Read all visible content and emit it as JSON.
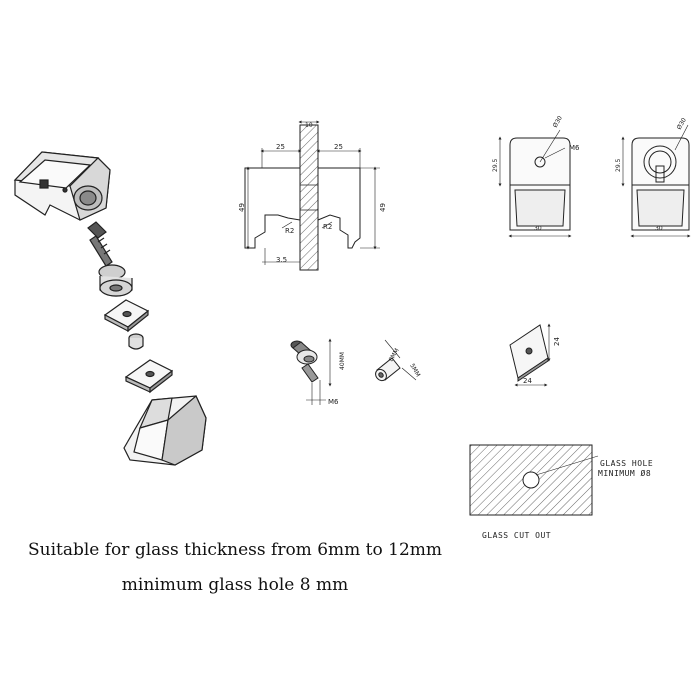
{
  "section_view": {
    "top_width": "10",
    "left_offset": "25",
    "right_offset": "25",
    "left_height": "49",
    "right_height": "49",
    "left_radius": "R2",
    "right_radius": "R2",
    "bottom_offset": "3.5"
  },
  "front_view": {
    "diameter": "Ø30",
    "thread": "M6",
    "height": "29.5",
    "width": "30"
  },
  "side_view": {
    "diameter": "Ø30",
    "height": "29.5",
    "width": "30"
  },
  "bolt": {
    "length": "40MM",
    "thread": "M6"
  },
  "bushing": {
    "diameter": "8MM",
    "length": "5MM"
  },
  "gasket": {
    "height": "24",
    "width": "24"
  },
  "glass_cutout": {
    "hole_label_1": "GLASS HOLE",
    "hole_label_2": "MINIMUM Ø8",
    "label": "GLASS CUT OUT"
  },
  "captions": {
    "line1": "Suitable for glass thickness from 6mm to 12mm",
    "line2": "minimum glass hole 8 mm"
  }
}
